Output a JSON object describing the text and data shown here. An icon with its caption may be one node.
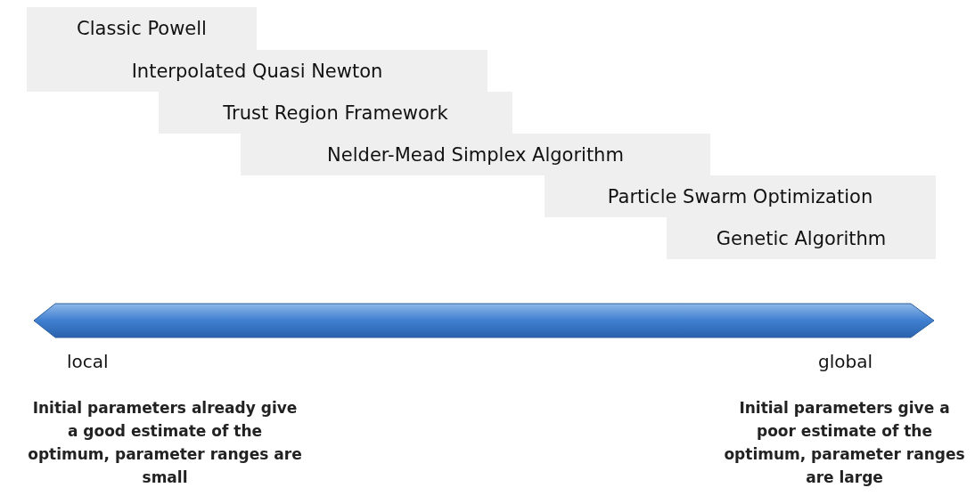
{
  "diagram": {
    "nodes": [
      {
        "text": [
          "Classic Powell"
        ]
      },
      {
        "text": [
          "Interpolated Quasi Newton"
        ]
      },
      {
        "text": [
          "Trust Region Framework"
        ]
      },
      {
        "text": [
          "Nelder-Mead Simplex Algorithm"
        ]
      },
      {
        "text": [
          "Particle Swarm Optimization"
        ]
      },
      {
        "text": [
          "Genetic Algorithm"
        ]
      }
    ],
    "edges": [],
    "labels": [
      "local",
      "global",
      "Initial parameters already give a good estimate of the optimum, parameter ranges are small",
      "Initial parameters give a poor estimate of the optimum, parameter ranges are large"
    ]
  }
}
